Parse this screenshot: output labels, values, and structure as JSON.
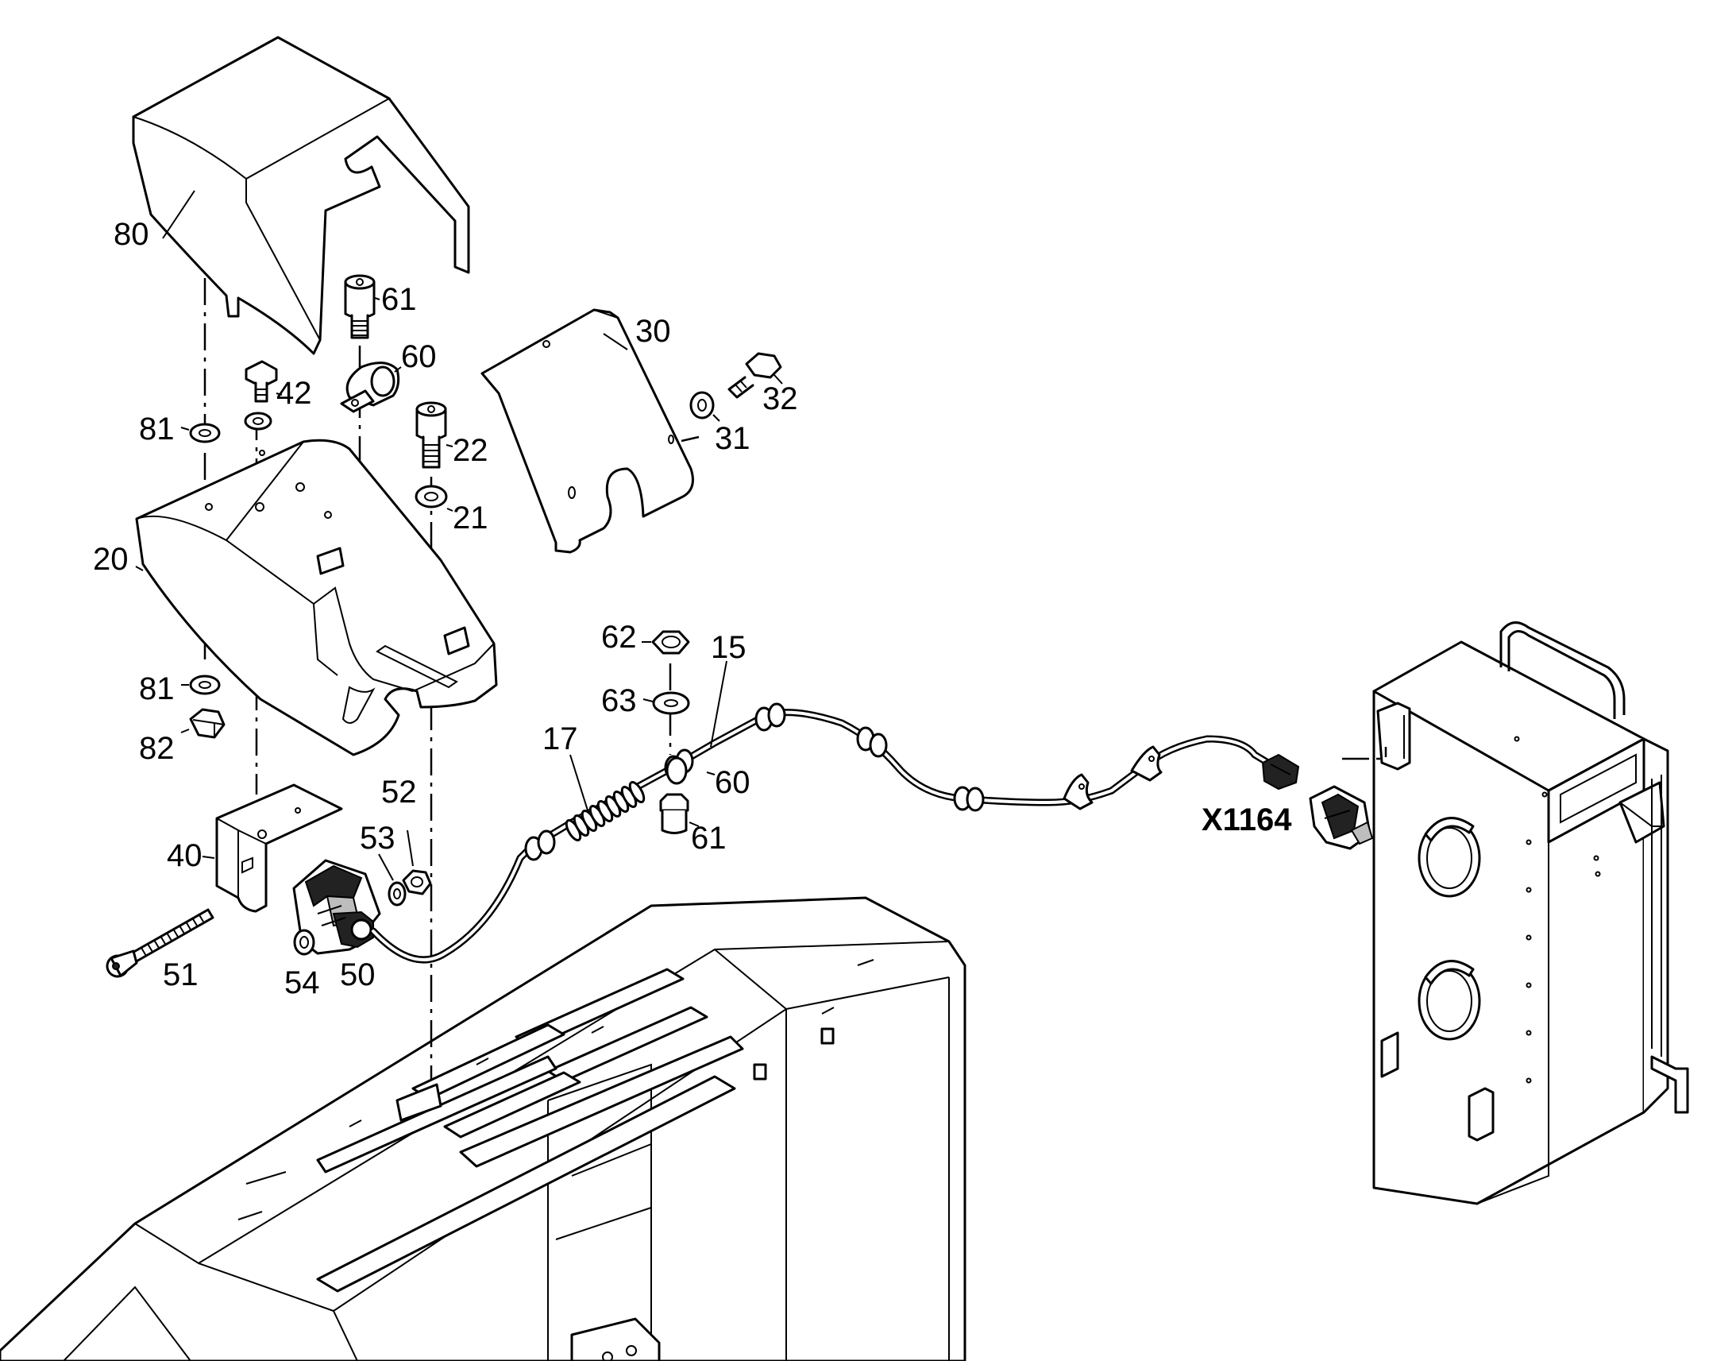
{
  "callouts": {
    "c80": "80",
    "c61a": "61",
    "c60a": "60",
    "c42": "42",
    "c81a": "81",
    "c22": "22",
    "c21": "21",
    "c20": "20",
    "c30": "30",
    "c32": "32",
    "c31": "31",
    "c81b": "81",
    "c82": "82",
    "c62": "62",
    "c15": "15",
    "c63": "63",
    "c17": "17",
    "c60b": "60",
    "c61b": "61",
    "c52": "52",
    "c53": "53",
    "c40": "40",
    "c51": "51",
    "c54": "54",
    "c50": "50"
  },
  "connector_label": "X1164",
  "colors": {
    "line": "#000000",
    "background": "#ffffff"
  }
}
